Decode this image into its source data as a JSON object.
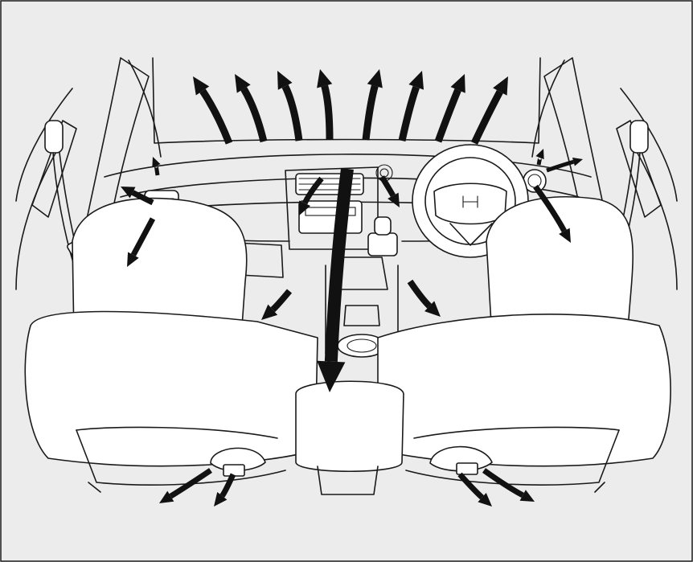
{
  "figure": {
    "kind": "car-interior-airflow-diagram",
    "colors": {
      "background": "#ececec",
      "frame": "#1a1a1a",
      "line": "#1a1a1a",
      "arrow": "#111111",
      "fill": "#ffffff"
    },
    "regions": [
      "windshield",
      "dashboard",
      "driver-side-airbag-steering-wheel",
      "center-console",
      "left-front-seat",
      "right-front-seat",
      "rear-seat-area"
    ],
    "airflow_groups": [
      {
        "name": "windshield-defrost",
        "arrow_count": 8
      },
      {
        "name": "side-window-demist",
        "arrow_count": 3
      },
      {
        "name": "dashboard-vents",
        "arrow_count": 5
      },
      {
        "name": "floor-vents",
        "arrow_count": 3
      },
      {
        "name": "rear-floor-outlets",
        "arrow_count": 4
      }
    ]
  }
}
